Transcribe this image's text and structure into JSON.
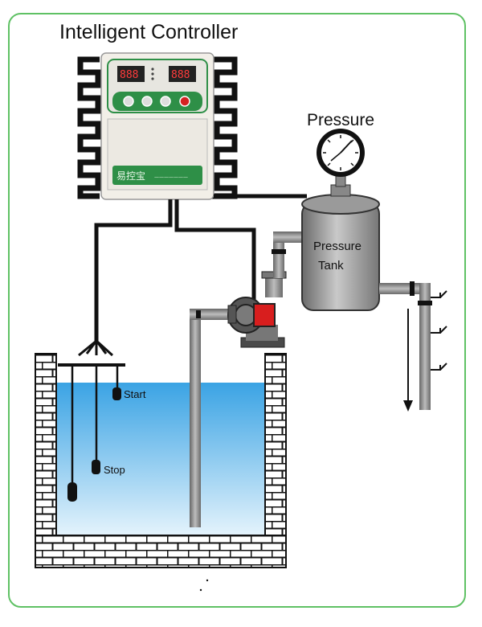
{
  "title": "Intelligent Controller",
  "gauge_label": "Pressure",
  "tank_label_line1": "Pressure",
  "tank_label_line2": "Tank",
  "float_switches": {
    "start": "Start",
    "stop": "Stop"
  },
  "controller_brand": "易控宝",
  "colors": {
    "frame_border": "#5fc164",
    "water": "#3fa6e6",
    "controller_panel": "#2e8f47",
    "pump_motor": "#d81e1e",
    "pipe": "#8a8a8a"
  }
}
